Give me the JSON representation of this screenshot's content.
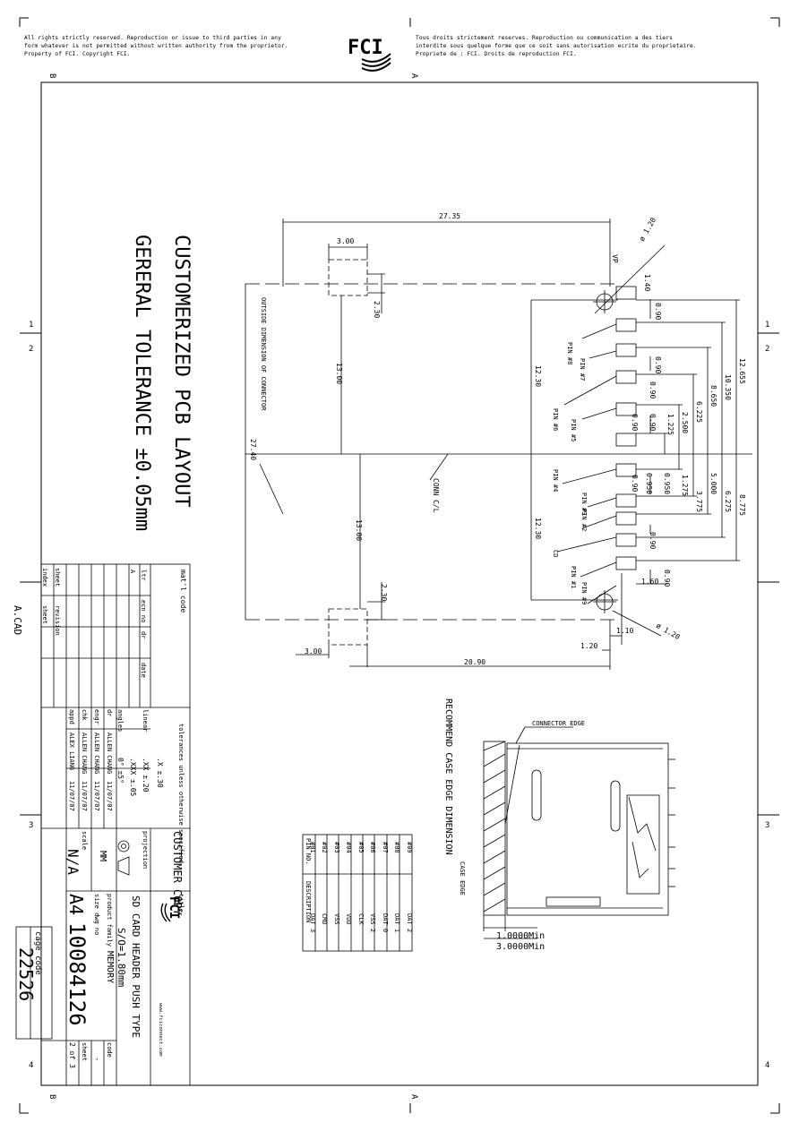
{
  "header": {
    "left_lines": [
      "All rights strictly reserved. Reproduction or issue to third parties in any",
      "form whatever is not permitted without written authority from the proprietor.",
      "Property of FCI. Copyright FCI."
    ],
    "right_lines": [
      "Tous droits strictement reserves. Reproduction ou communication a des tiers",
      "interdite sous quelque forme que ce soit sans autorisation ecrite du proprietaire.",
      "Propriete de : FCI. Droits de reproduction FCI."
    ],
    "logo": "FCI"
  },
  "zones": {
    "top": [
      "B",
      "A"
    ],
    "bottom": [
      "B",
      "A"
    ],
    "side": [
      "1",
      "2",
      "3",
      "4"
    ]
  },
  "notes": {
    "title_line1": "CUSTOMERIZED PCB LAYOUT",
    "title_line2": "GERERAL TOLERANCE ±0.05mm",
    "outside_dim": "OUTSIDE DIMENSION OF CONNECTOR",
    "conn_cl": "CONN C/L",
    "recommend": "RECOMMEND CASE EDGE DIMENSION",
    "connector_edge": "CONNECTOR EDGE",
    "case_edge": "CASE EDGE",
    "min1": "1.0000Min",
    "min2": "3.0000Min",
    "acad": "A.CAD"
  },
  "dims": {
    "d2735": "27.35",
    "d300a": "3.00",
    "d230a": "2.30",
    "d1300a": "13.00",
    "d2740": "27.40",
    "d1300b": "13.00",
    "d230b": "2.30",
    "d300b": "3.00",
    "d2090": "20.90",
    "d120a": "1.20",
    "d110": "1.10",
    "d160": "1.60",
    "d1230a": "12.30",
    "d1230b": "12.30",
    "d140": "1.40",
    "d090": "0.90",
    "phi120a": "ø 1.20",
    "phi120b": "ø 1.20",
    "vp": "VP",
    "d12655": "12.655",
    "d10350": "10.350",
    "d8650": "8.650",
    "d6225": "6.225",
    "d2500": "2.500",
    "d1225": "1.225",
    "d1275": "1.275",
    "d3775": "3.775",
    "d5000": "5.000",
    "d6275": "6.275",
    "d8775": "8.775",
    "d0950": "0.950"
  },
  "pins": [
    "PIN #8",
    "PIN #7",
    "PIN #6",
    "PIN #5",
    "PIN #4",
    "PIN #3",
    "PIN #2",
    "CD",
    "PIN #1",
    "PIN #9"
  ],
  "pin_table": {
    "headers": [
      "PIN NO.",
      "DESCRIPTION"
    ],
    "rows": [
      [
        "#09",
        "DAT 2"
      ],
      [
        "#08",
        "DAT 1"
      ],
      [
        "#07",
        "DAT 0"
      ],
      [
        "#06",
        "VSS 2"
      ],
      [
        "#05",
        "CLK"
      ],
      [
        "#04",
        "VDD"
      ],
      [
        "#03",
        "VSS"
      ],
      [
        "#02",
        "CMD"
      ],
      [
        "#01",
        "DAT 3"
      ]
    ]
  },
  "title_block": {
    "matl_code": "mat'l code",
    "ltr": "ltr",
    "ecn_no": "ecn no",
    "dr": "dr",
    "date": "date",
    "rev_a": "A",
    "sheet": "sheet",
    "index": "index",
    "revision": "revision",
    "tolerances": "tolerances unless otherwise specified",
    "tol_x": ".X ±.30",
    "tol_xx": ".XX ±.20",
    "tol_xxx": ".XXX ±.05",
    "tol_ang": "0° ±5°",
    "linear": "linear",
    "angles": "angles",
    "roles": [
      "dr",
      "engr",
      "chk",
      "appd"
    ],
    "names": [
      "ALLEN CHANG",
      "ALLEN CHANG",
      "ALLEN CHANG",
      "ALEX LIANG"
    ],
    "dates": [
      "11/07/07",
      "11/07/07",
      "11/07/07",
      "11/07/07"
    ],
    "customer_copy": "CUSTOMER COPY",
    "projection": "projection",
    "units": "MM",
    "scale_label": "scale",
    "scale": "N/A",
    "title_label": "title",
    "title1": "SD CARD HEADER PUSH TYPE",
    "title2": "S/O=1.80mm",
    "product_family_label": "product family",
    "product_family": "MEMORY",
    "size_label": "size dwg no",
    "size": "A4",
    "dwg_no": "10084126",
    "code_label": "code",
    "code": "-",
    "sheet_label": "sheet",
    "sheet_val": "2 of 3",
    "website": "www.fciconnect.com",
    "cage_label": "cage code",
    "cage": "22526"
  }
}
